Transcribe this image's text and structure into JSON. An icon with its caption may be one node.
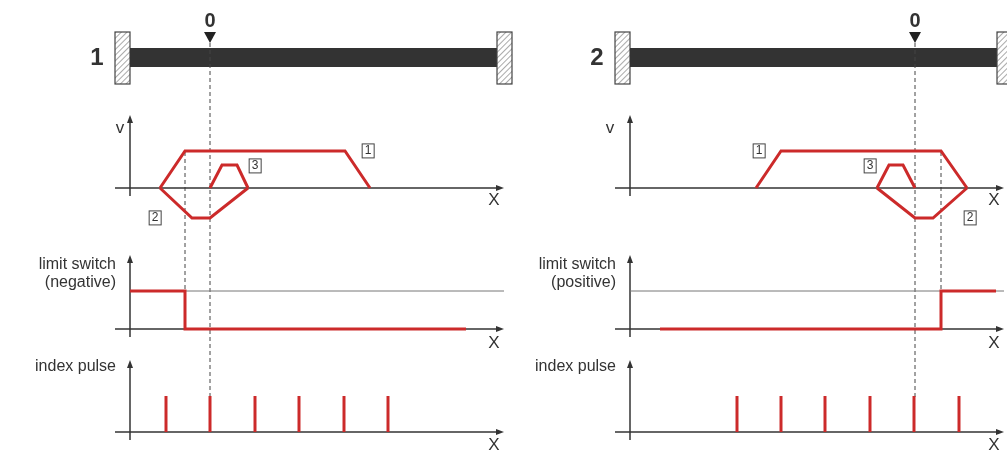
{
  "diagram": {
    "labels": [
      "1",
      "0",
      "v",
      "1",
      "3",
      "2",
      "X",
      "limit switch (negative)",
      "X",
      "index pulse",
      "X",
      "2",
      "0",
      "v",
      "1",
      "3",
      "2",
      "X",
      "limit switch (positive)",
      "X",
      "index pulse",
      "X"
    ]
  }
}
